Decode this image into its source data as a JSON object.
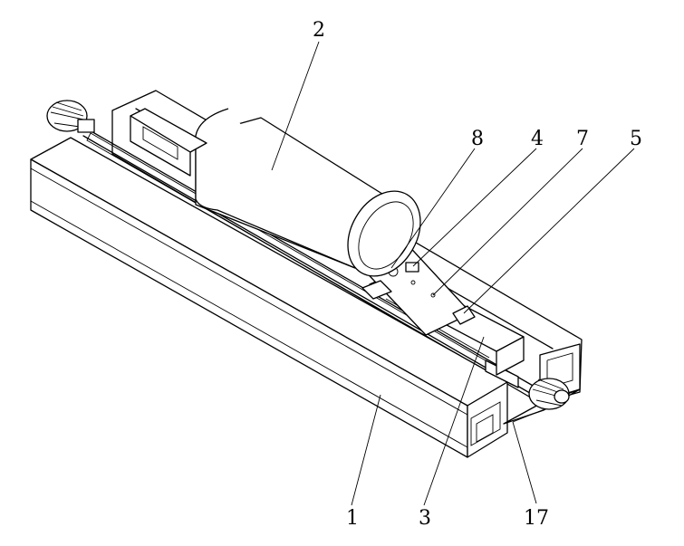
{
  "figure": {
    "labels": {
      "1": "1",
      "2": "2",
      "3": "3",
      "4": "4",
      "5": "5",
      "7": "7",
      "8": "8",
      "17": "17"
    },
    "line_color": "#000000",
    "background": "#ffffff"
  }
}
